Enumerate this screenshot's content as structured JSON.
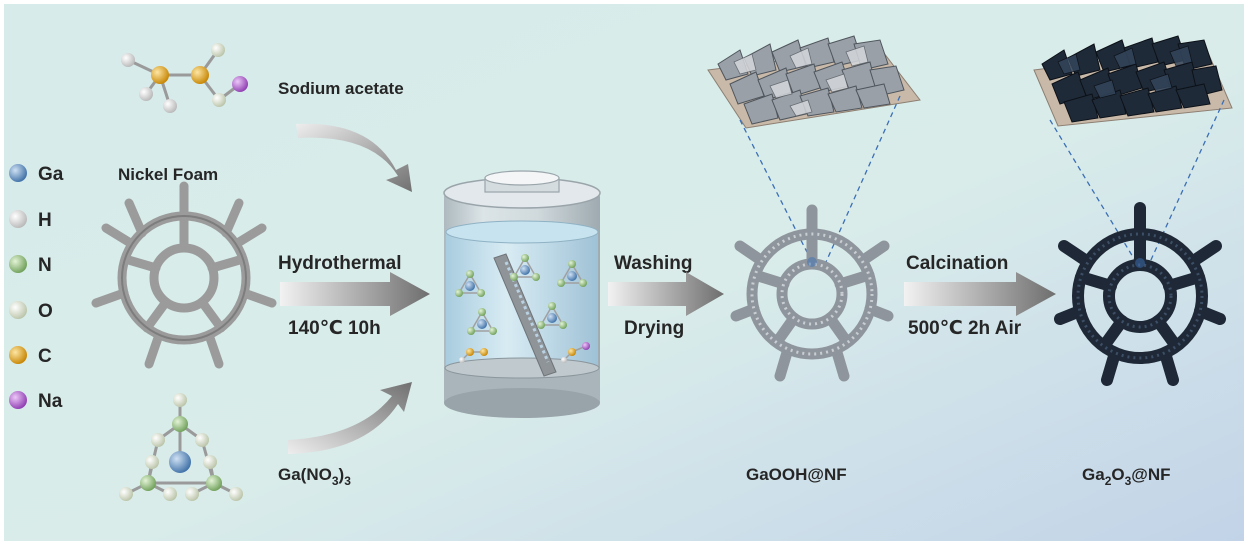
{
  "legend": [
    {
      "symbol": "Ga",
      "color": "#5b8bc0"
    },
    {
      "symbol": "H",
      "color": "#f3f3f3"
    },
    {
      "symbol": "N",
      "color": "#8fbf77"
    },
    {
      "symbol": "O",
      "color": "#e6ecd9"
    },
    {
      "symbol": "C",
      "color": "#e8a10b"
    },
    {
      "symbol": "Na",
      "color": "#b15fcf"
    }
  ],
  "materials": {
    "sodium_acetate": "Sodium acetate",
    "nickel_foam": "Nickel Foam",
    "gallium_nitrate": {
      "prefix": "Ga(NO",
      "sub": "3",
      "suffix": ")",
      "sub2": "3"
    }
  },
  "steps": {
    "hydrothermal": {
      "label": "Hydrothermal",
      "condition": "140℃ 10h"
    },
    "washing": {
      "label": "Washing",
      "condition": "Drying"
    },
    "calcination": {
      "label": "Calcination",
      "condition": "500℃ 2h Air"
    }
  },
  "products": {
    "gaooh": "GaOOH@NF",
    "ga2o3": {
      "prefix": "Ga",
      "sub1": "2",
      "mid": "O",
      "sub2": "3",
      "suffix": "@NF"
    }
  },
  "colors": {
    "background_start": "#d9ecec",
    "background_end": "#c3d6e6",
    "arrow": "#7a7a7a",
    "gaooh_foam": "#9aa0a8",
    "ga2o3_foam": "#1e2836"
  }
}
